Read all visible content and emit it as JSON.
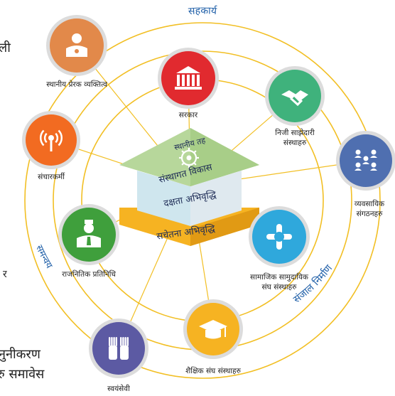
{
  "edge_text": [
    "ली",
    "र",
    "नुनीकरण",
    "रु समावेस"
  ],
  "ring_labels": {
    "top": "सहकार्य",
    "left": "समन्वय",
    "right": "संजाल निर्माण"
  },
  "house": {
    "roof_line1": "स्थानीय तह",
    "roof_line2": "संस्थागत विकास",
    "wall": "दक्षता अभिवृद्धि",
    "base": "सचेतना अभिवृद्धि"
  },
  "nodes": [
    {
      "name": "local-leader",
      "label": [
        "स्थानीय प्रेरक व्यक्तित्व"
      ],
      "color": "#e2894a",
      "icon": "person-medal-icon"
    },
    {
      "name": "government",
      "label": [
        "सरकार"
      ],
      "color": "#e12a2f",
      "icon": "government-building-icon"
    },
    {
      "name": "private",
      "label": [
        "निजी साझेदारी",
        "संस्थाहरु"
      ],
      "color": "#3fb27c",
      "icon": "handshake-icon"
    },
    {
      "name": "business",
      "label": [
        "व्यवसायिक",
        "संगठनहरु"
      ],
      "color": "#4f6fb0",
      "icon": "people-network-icon"
    },
    {
      "name": "community",
      "label": [
        "सामाजिक सामुदायिक",
        "संघ संस्थाहरु"
      ],
      "color": "#2fa8dc",
      "icon": "joined-hands-icon"
    },
    {
      "name": "education",
      "label": [
        "शैक्षिक संघ संस्थाहरु"
      ],
      "color": "#f6b322",
      "icon": "graduation-cap-icon"
    },
    {
      "name": "volunteer",
      "label": [
        "स्वयंसेवी"
      ],
      "color": "#5c5aa3",
      "icon": "raised-hands-icon"
    },
    {
      "name": "politician",
      "label": [
        "राजनितिक प्रतिनिधि"
      ],
      "color": "#3f9f3c",
      "icon": "politician-icon"
    },
    {
      "name": "journalist",
      "label": [
        "संचारकर्मी"
      ],
      "color": "#f26b21",
      "icon": "broadcast-icon"
    }
  ]
}
